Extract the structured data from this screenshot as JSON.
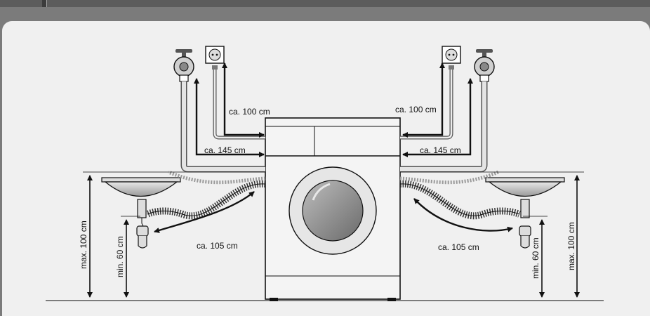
{
  "diagram": {
    "labels": {
      "left_power": "ca. 100 cm",
      "left_water": "ca. 145 cm",
      "left_drain": "ca. 105 cm",
      "right_power": "ca. 100 cm",
      "right_water": "ca. 145 cm",
      "right_drain": "ca. 105 cm",
      "left_max_height": "max. 100 cm",
      "left_min_height": "min. 60 cm",
      "right_max_height": "max. 100 cm",
      "right_min_height": "min. 60 cm"
    }
  },
  "colors": {
    "frame": "#7b7b7b",
    "panel": "#f0f0f0",
    "line": "#111111"
  }
}
